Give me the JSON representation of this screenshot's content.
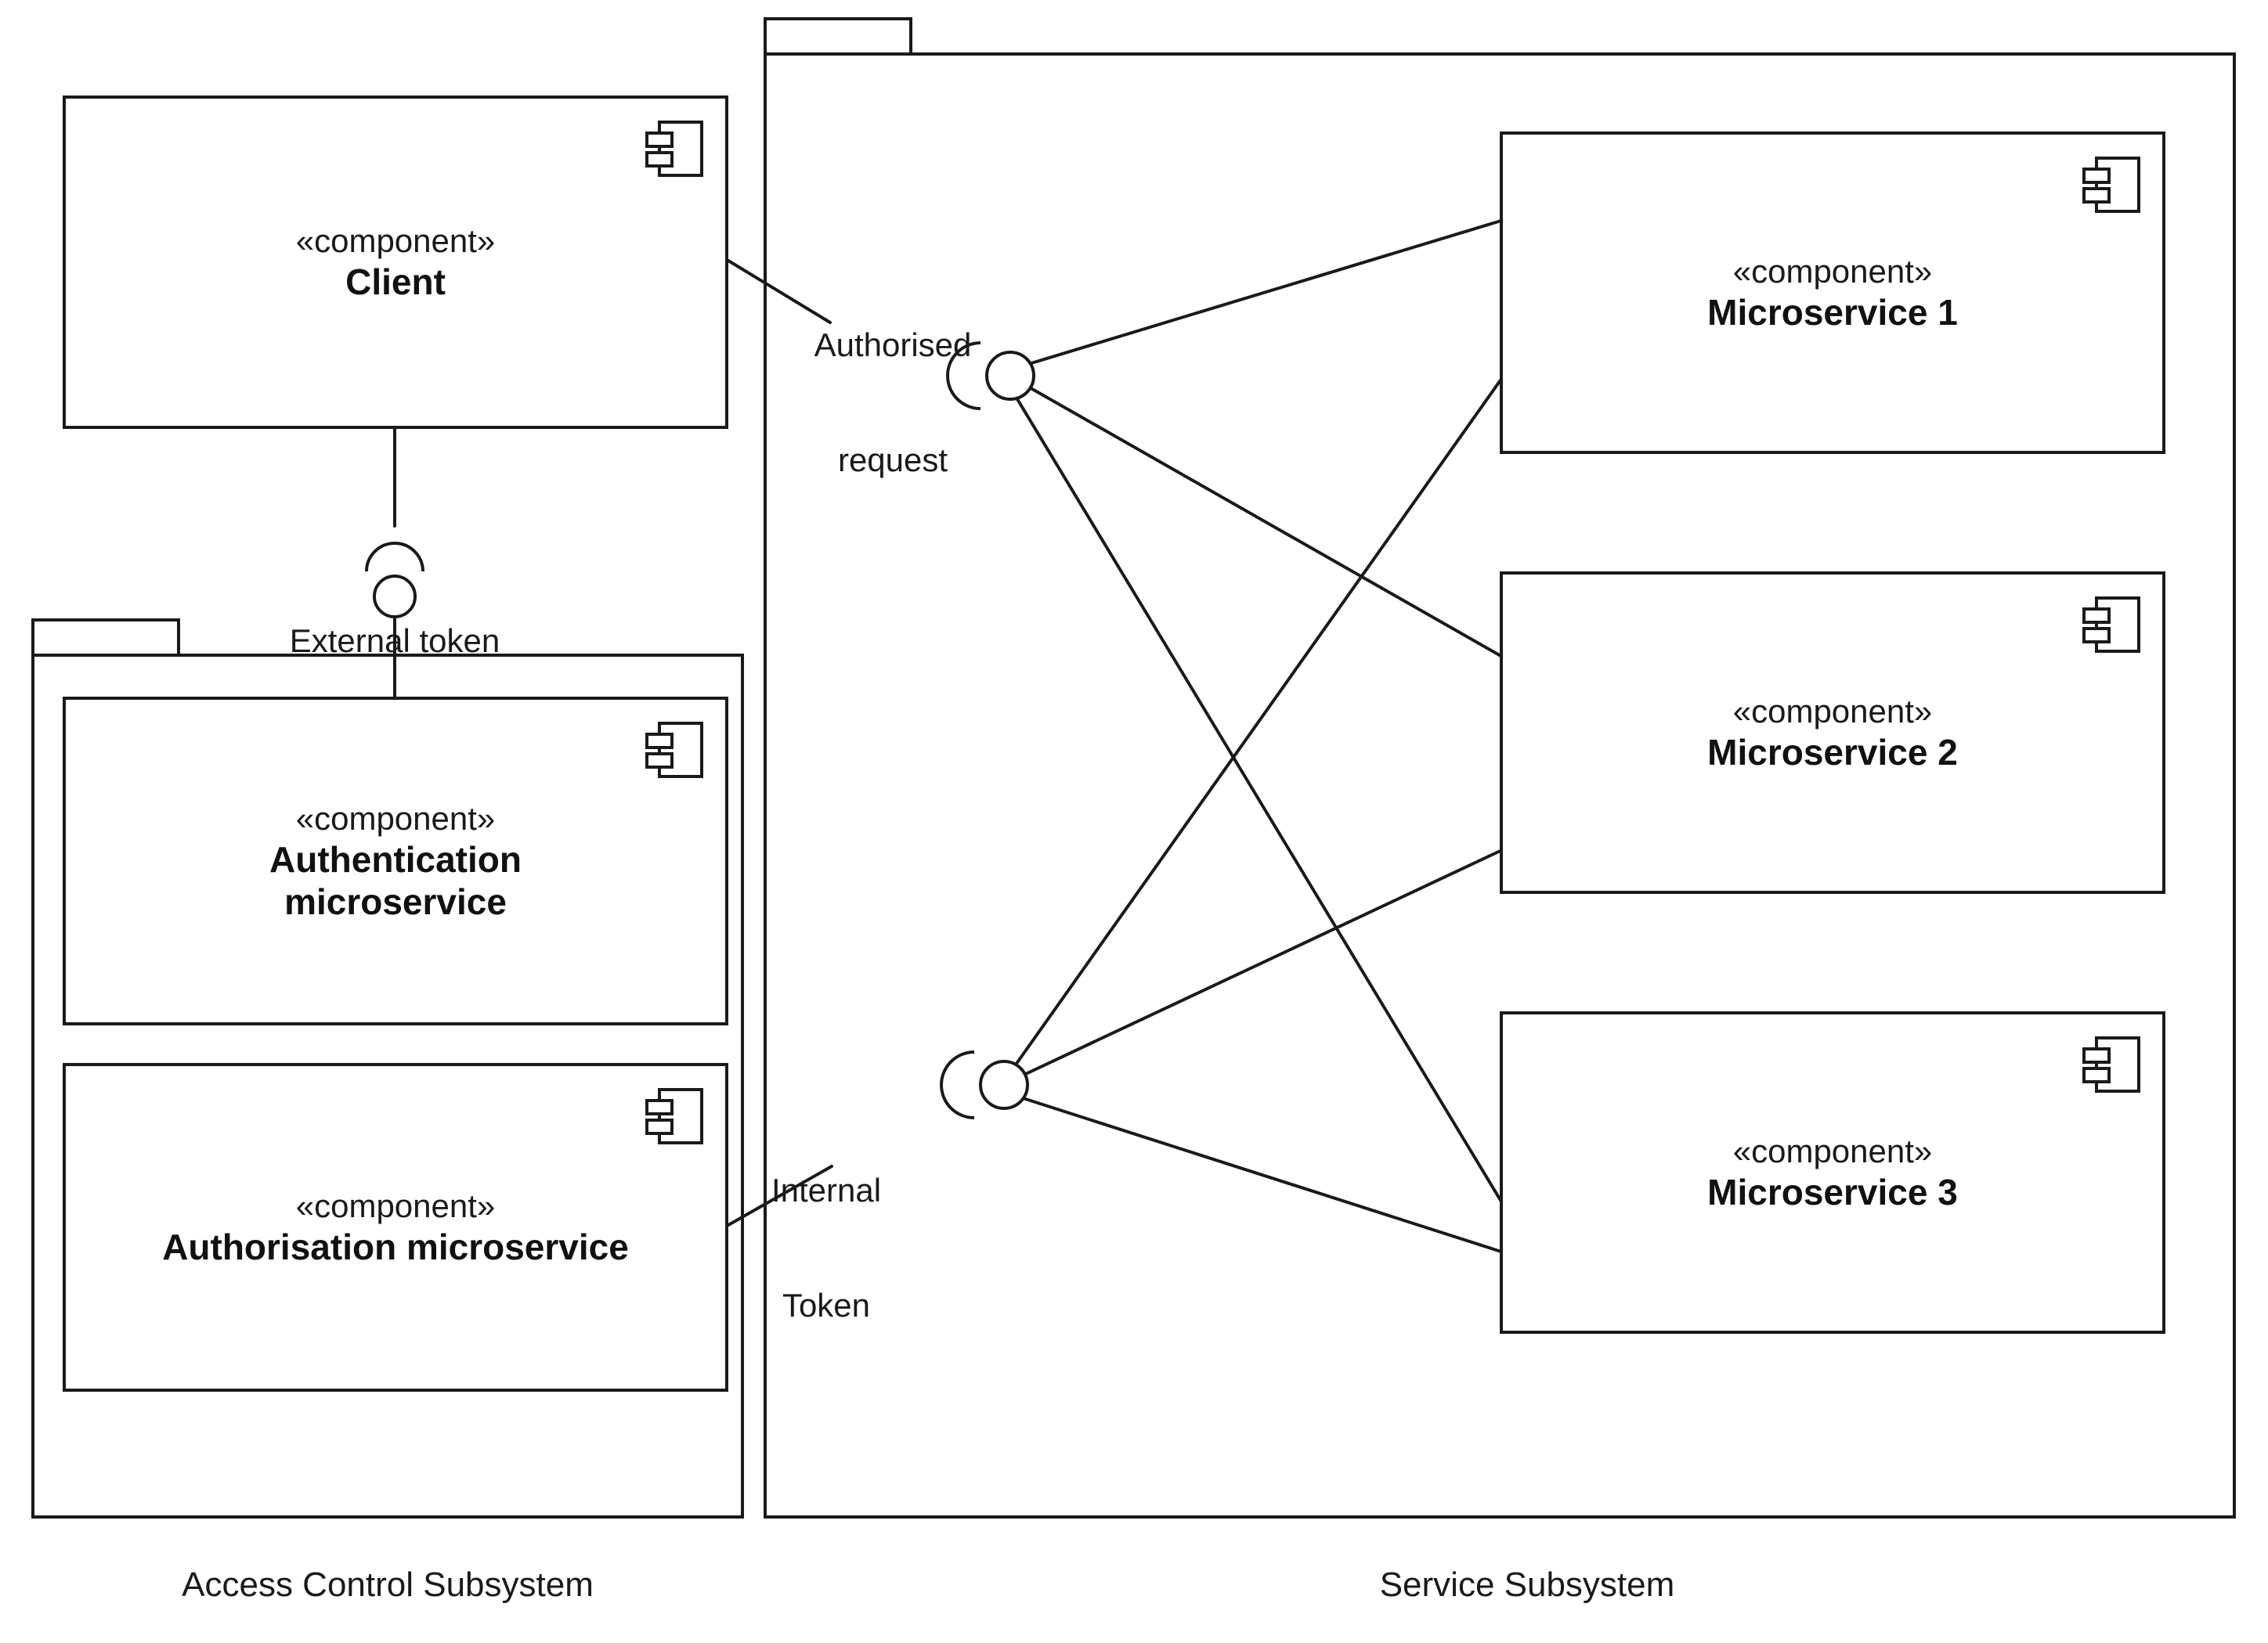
{
  "diagram": {
    "title": "Microservice Access Control UML Component Diagram",
    "type": "uml-component-diagram",
    "stereotype_label": "«component»",
    "line_color": "#1a1a1a",
    "background": "#ffffff"
  },
  "packages": [
    {
      "id": "access-control",
      "caption": "Access Control Subsystem",
      "tab_label": ""
    },
    {
      "id": "service",
      "caption": "Service Subsystem",
      "tab_label": ""
    }
  ],
  "components": [
    {
      "id": "client",
      "stereotype": "«component»",
      "name": "Client",
      "name_line2": "",
      "package": null
    },
    {
      "id": "authentication",
      "stereotype": "«component»",
      "name": "Authentication",
      "name_line2": "microservice",
      "package": "access-control"
    },
    {
      "id": "authorisation",
      "stereotype": "«component»",
      "name": "Authorisation microservice",
      "name_line2": "",
      "package": "access-control"
    },
    {
      "id": "microservice-1",
      "stereotype": "«component»",
      "name": "Microservice 1",
      "name_line2": "",
      "package": "service"
    },
    {
      "id": "microservice-2",
      "stereotype": "«component»",
      "name": "Microservice 2",
      "name_line2": "",
      "package": "service"
    },
    {
      "id": "microservice-3",
      "stereotype": "«component»",
      "name": "Microservice 3",
      "name_line2": "",
      "package": "service"
    }
  ],
  "interfaces": [
    {
      "id": "external-token",
      "label": "External token",
      "label_line2": "",
      "provided_by": "authentication",
      "required_by": "client",
      "orientation": "vertical"
    },
    {
      "id": "authorised-request",
      "label": "Authorised",
      "label_line2": "request",
      "provided_by": "client",
      "required_by": [
        "microservice-1",
        "microservice-2",
        "microservice-3"
      ],
      "orientation": "horizontal"
    },
    {
      "id": "internal-token",
      "label": "Internal",
      "label_line2": "Token",
      "provided_by": "authorisation",
      "required_by": [
        "microservice-1",
        "microservice-2",
        "microservice-3"
      ],
      "orientation": "horizontal"
    }
  ],
  "connections": [
    {
      "from": "client",
      "to": "external-token"
    },
    {
      "from": "authentication",
      "to": "external-token"
    },
    {
      "from": "client",
      "to": "authorised-request"
    },
    {
      "from": "authorised-request",
      "to": "microservice-1"
    },
    {
      "from": "authorised-request",
      "to": "microservice-2"
    },
    {
      "from": "authorised-request",
      "to": "microservice-3"
    },
    {
      "from": "authorisation",
      "to": "internal-token"
    },
    {
      "from": "internal-token",
      "to": "microservice-1"
    },
    {
      "from": "internal-token",
      "to": "microservice-2"
    },
    {
      "from": "internal-token",
      "to": "microservice-3"
    }
  ]
}
